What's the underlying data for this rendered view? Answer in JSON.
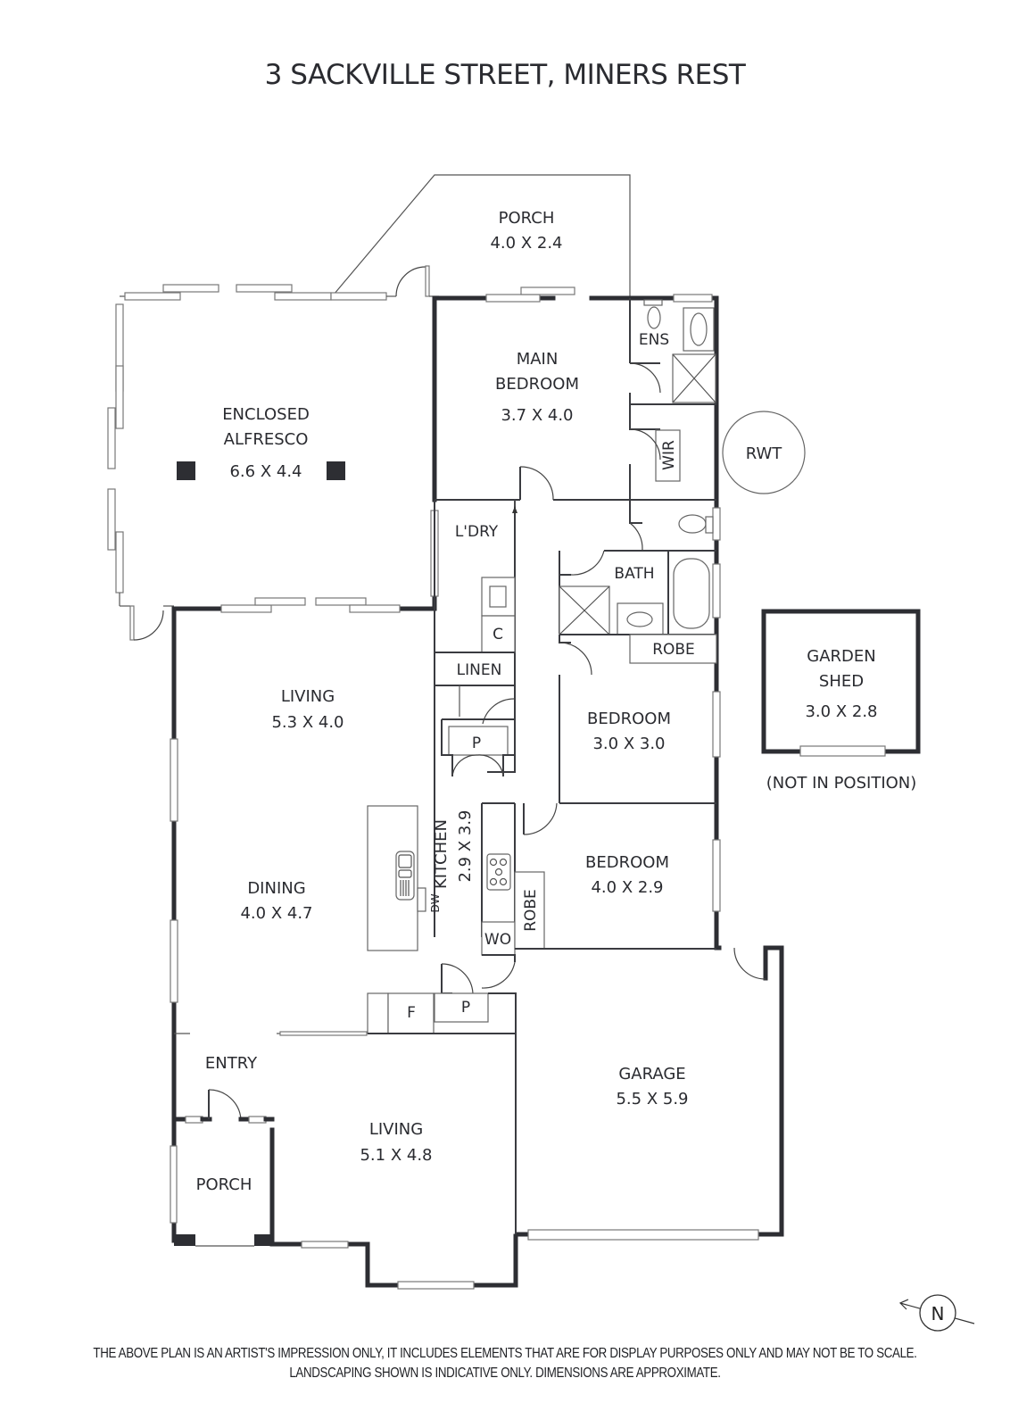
{
  "title": "3 SACKVILLE STREET, MINERS REST",
  "rooms": {
    "porch_top": {
      "name": "PORCH",
      "dims": "4.0 X 2.4"
    },
    "enclosed_alfresco": {
      "name_line1": "ENCLOSED",
      "name_line2": "ALFRESCO",
      "dims": "6.6 X 4.4"
    },
    "main_bedroom": {
      "name_line1": "MAIN",
      "name_line2": "BEDROOM",
      "dims": "3.7 X 4.0"
    },
    "ensuite": {
      "name": "ENS"
    },
    "wir": {
      "name": "WIR"
    },
    "rwt": {
      "name": "RWT"
    },
    "laundry": {
      "name": "L'DRY"
    },
    "cupboard": {
      "name": "C"
    },
    "linen": {
      "name": "LINEN"
    },
    "pantry_hall": {
      "name": "P"
    },
    "bath": {
      "name": "BATH"
    },
    "robe_bed2": {
      "name": "ROBE"
    },
    "bedroom_2": {
      "name": "BEDROOM",
      "dims": "3.0 X 3.0"
    },
    "garden_shed": {
      "name_line1": "GARDEN",
      "name_line2": "SHED",
      "dims": "3.0 X 2.8",
      "note": "(NOT IN POSITION)"
    },
    "living_1": {
      "name": "LIVING",
      "dims": "5.3 X 4.0"
    },
    "dining": {
      "name": "DINING",
      "dims": "4.0 X 4.7"
    },
    "kitchen": {
      "name": "KITCHEN",
      "dims": "2.9 X 3.9",
      "dishwasher": "DW"
    },
    "bedroom_3": {
      "name": "BEDROOM",
      "dims": "4.0 X 2.9"
    },
    "robe_bed3": {
      "name": "ROBE"
    },
    "wo": {
      "name": "WO"
    },
    "fridge": {
      "name": "F"
    },
    "pantry_kitchen": {
      "name": "P"
    },
    "entry": {
      "name": "ENTRY"
    },
    "living_2": {
      "name": "LIVING",
      "dims": "5.1 X 4.8"
    },
    "porch_front": {
      "name": "PORCH"
    },
    "garage": {
      "name": "GARAGE",
      "dims": "5.5 X 5.9"
    }
  },
  "compass": {
    "label": "N"
  },
  "disclaimer": {
    "line1": "THE ABOVE PLAN IS AN ARTIST'S IMPRESSION ONLY, IT INCLUDES ELEMENTS THAT ARE FOR DISPLAY PURPOSES ONLY AND MAY NOT BE TO SCALE.",
    "line2": "LANDSCAPING SHOWN IS INDICATIVE ONLY. DIMENSIONS ARE APPROXIMATE."
  },
  "colors": {
    "wall": "#2d2e33",
    "text": "#2a2b30",
    "background": "#ffffff"
  }
}
